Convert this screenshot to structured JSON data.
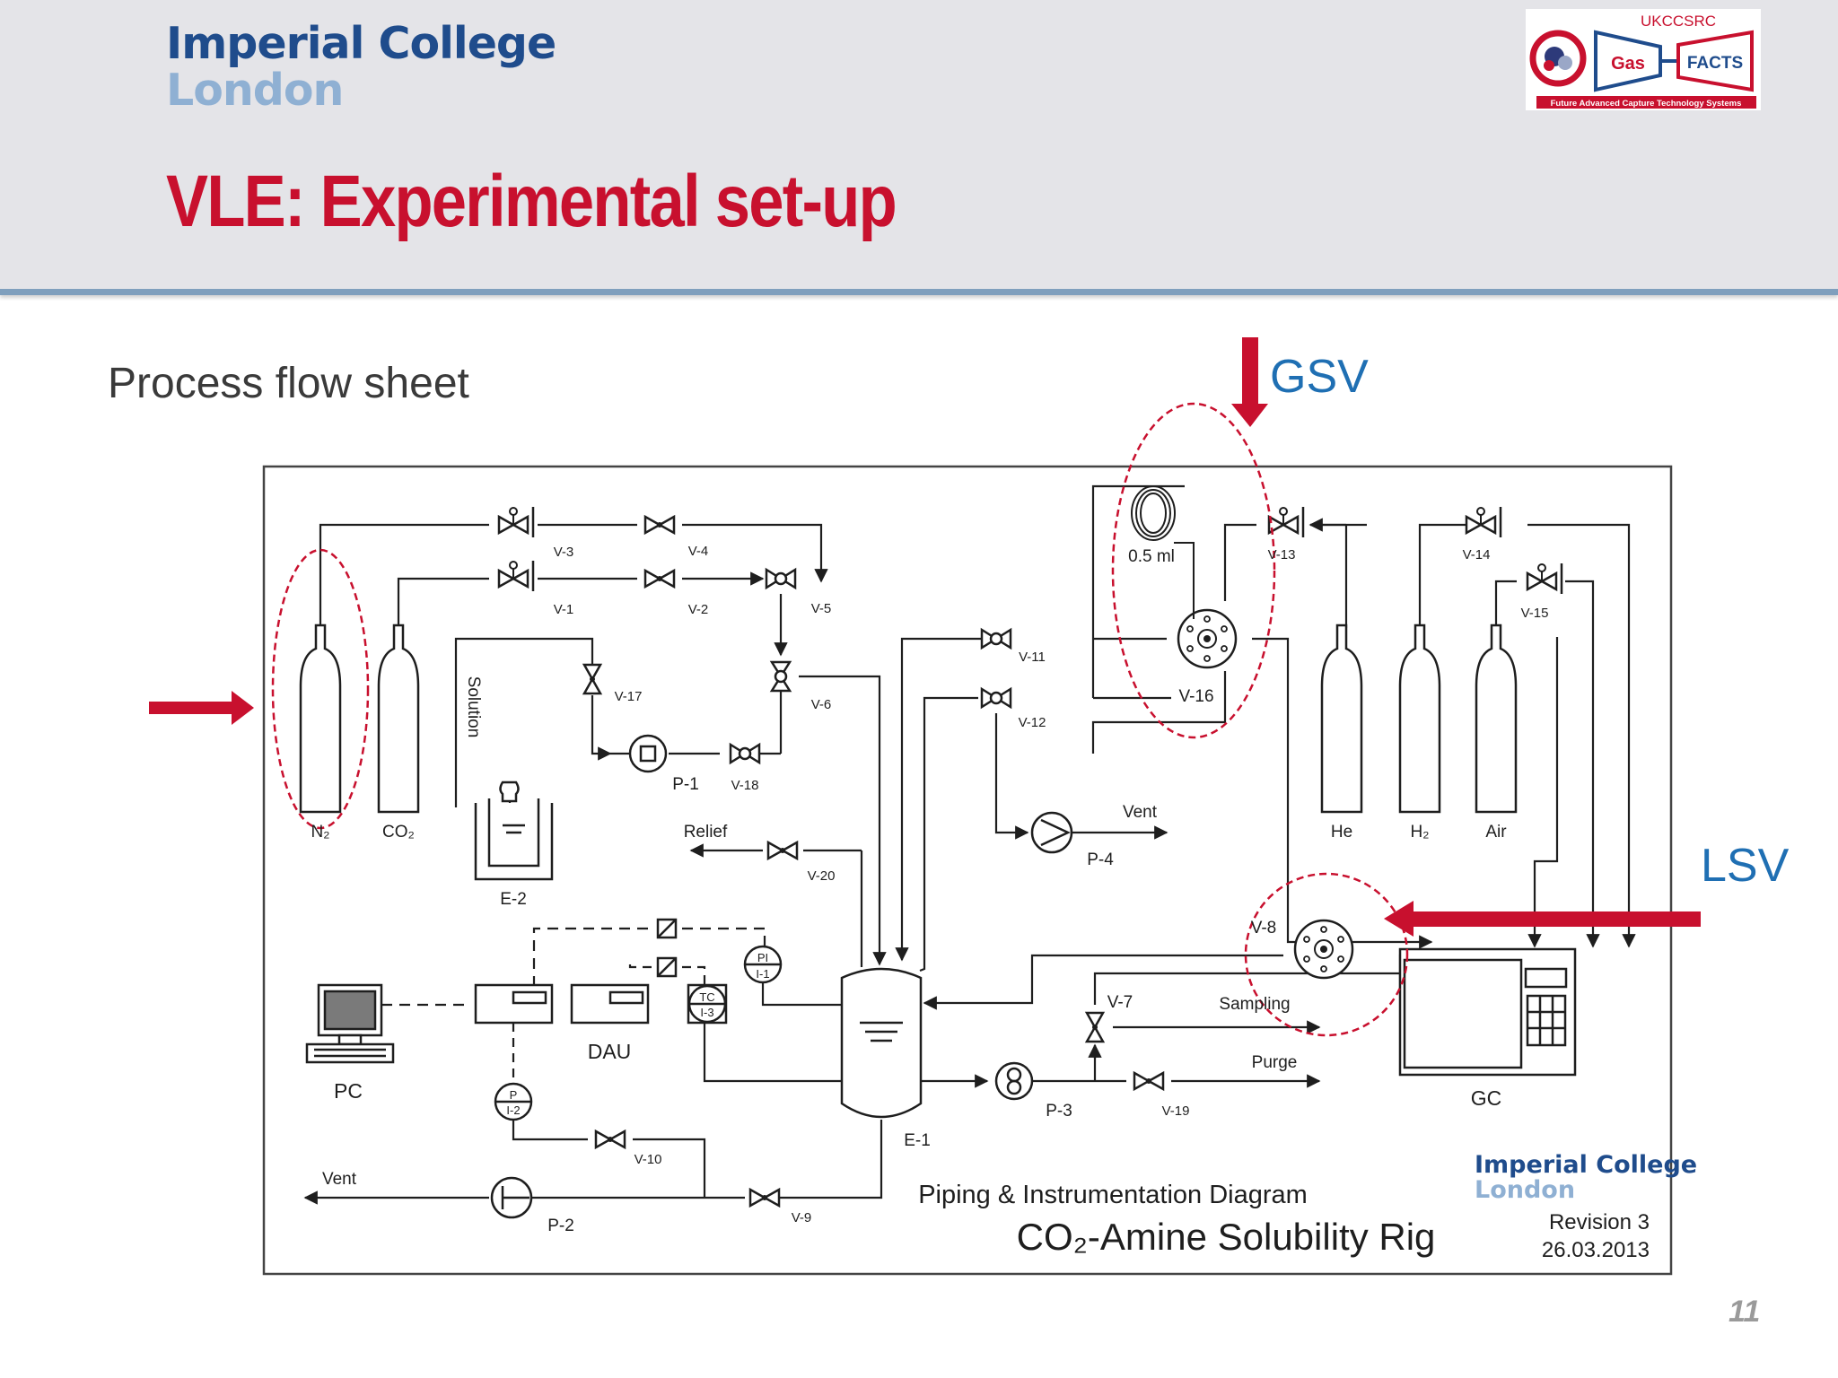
{
  "header": {
    "logo_line1": "Imperial College",
    "logo_line2": "London",
    "title": "VLE: Experimental set-up",
    "partner_logo": {
      "top": "UKCCSRC",
      "left_box": "Gas",
      "right_box": "FACTS",
      "tagline": "Future Advanced Capture Technology Systems"
    }
  },
  "content": {
    "subtitle": "Process flow sheet",
    "gsv_tag": "GSV",
    "lsv_tag": "LSV",
    "page_number": "11"
  },
  "colors": {
    "accent": "#c8102e",
    "tag_blue": "#1f6fb3",
    "logo_blue": "#1f4c8c",
    "logo_light_blue": "#8fb0d3",
    "header_bg": "#e4e4e8"
  },
  "diagram": {
    "valves": [
      "V-1",
      "V-2",
      "V-3",
      "V-4",
      "V-5",
      "V-6",
      "V-7",
      "V-8",
      "V-9",
      "V-10",
      "V-11",
      "V-12",
      "V-13",
      "V-14",
      "V-15",
      "V-16",
      "V-17",
      "V-18",
      "V-19",
      "V-20"
    ],
    "pumps": [
      "P-1",
      "P-2",
      "P-3",
      "P-4"
    ],
    "vessels": [
      "E-1",
      "E-2"
    ],
    "instruments": [
      "PI",
      "I-1",
      "P",
      "I-2",
      "TC",
      "I-3"
    ],
    "gases": [
      "N₂",
      "CO₂",
      "He",
      "H₂",
      "Air"
    ],
    "equipment": [
      "PC",
      "DAU",
      "GC"
    ],
    "labels": {
      "solution": "Solution",
      "loop": "0.5 ml",
      "relief": "Relief",
      "vent_upper": "Vent",
      "vent_lower": "Vent",
      "sampling": "Sampling",
      "purge": "Purge"
    },
    "title_block": {
      "line1": "Piping & Instrumentation Diagram",
      "line2": "CO₂-Amine Solubility Rig",
      "logo_line1": "Imperial College",
      "logo_line2": "London",
      "revision": "Revision 3",
      "date": "26.03.2013"
    }
  }
}
